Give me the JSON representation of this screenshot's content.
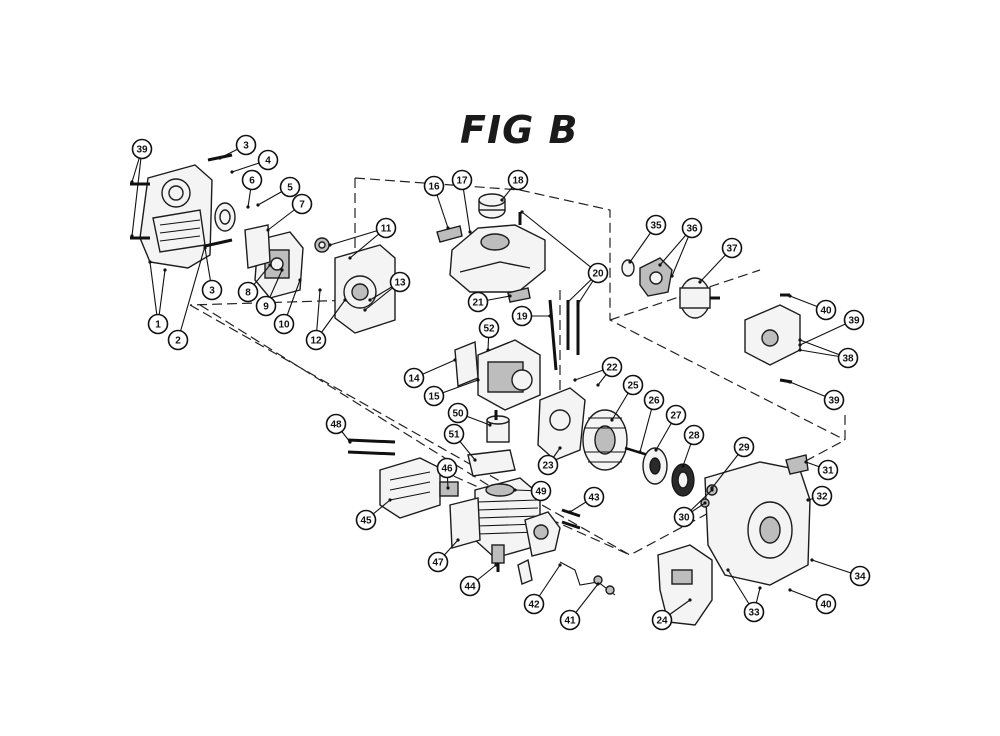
{
  "figure": {
    "title": "FIG B"
  },
  "callouts": [
    {
      "id": "c1",
      "label": "1"
    },
    {
      "id": "c2",
      "label": "2"
    },
    {
      "id": "c3a",
      "label": "3"
    },
    {
      "id": "c3b",
      "label": "3"
    },
    {
      "id": "c4",
      "label": "4"
    },
    {
      "id": "c5",
      "label": "5"
    },
    {
      "id": "c6",
      "label": "6"
    },
    {
      "id": "c7",
      "label": "7"
    },
    {
      "id": "c8",
      "label": "8"
    },
    {
      "id": "c9",
      "label": "9"
    },
    {
      "id": "c10",
      "label": "10"
    },
    {
      "id": "c11",
      "label": "11"
    },
    {
      "id": "c12",
      "label": "12"
    },
    {
      "id": "c13",
      "label": "13"
    },
    {
      "id": "c14",
      "label": "14"
    },
    {
      "id": "c15",
      "label": "15"
    },
    {
      "id": "c16",
      "label": "16"
    },
    {
      "id": "c17",
      "label": "17"
    },
    {
      "id": "c18",
      "label": "18"
    },
    {
      "id": "c19",
      "label": "19"
    },
    {
      "id": "c20",
      "label": "20"
    },
    {
      "id": "c21",
      "label": "21"
    },
    {
      "id": "c22",
      "label": "22"
    },
    {
      "id": "c23",
      "label": "23"
    },
    {
      "id": "c24",
      "label": "24"
    },
    {
      "id": "c25",
      "label": "25"
    },
    {
      "id": "c26",
      "label": "26"
    },
    {
      "id": "c27",
      "label": "27"
    },
    {
      "id": "c28",
      "label": "28"
    },
    {
      "id": "c29",
      "label": "29"
    },
    {
      "id": "c30",
      "label": "30"
    },
    {
      "id": "c31",
      "label": "31"
    },
    {
      "id": "c32",
      "label": "32"
    },
    {
      "id": "c33",
      "label": "33"
    },
    {
      "id": "c34",
      "label": "34"
    },
    {
      "id": "c35",
      "label": "35"
    },
    {
      "id": "c36",
      "label": "36"
    },
    {
      "id": "c37",
      "label": "37"
    },
    {
      "id": "c38",
      "label": "38"
    },
    {
      "id": "c39a",
      "label": "39"
    },
    {
      "id": "c39b",
      "label": "39"
    },
    {
      "id": "c39c",
      "label": "39"
    },
    {
      "id": "c40a",
      "label": "40"
    },
    {
      "id": "c40b",
      "label": "40"
    },
    {
      "id": "c41",
      "label": "41"
    },
    {
      "id": "c42",
      "label": "42"
    },
    {
      "id": "c43",
      "label": "43"
    },
    {
      "id": "c44",
      "label": "44"
    },
    {
      "id": "c45",
      "label": "45"
    },
    {
      "id": "c46",
      "label": "46"
    },
    {
      "id": "c47",
      "label": "47"
    },
    {
      "id": "c48",
      "label": "48"
    },
    {
      "id": "c49",
      "label": "49"
    },
    {
      "id": "c50",
      "label": "50"
    },
    {
      "id": "c51",
      "label": "51"
    },
    {
      "id": "c52",
      "label": "52"
    }
  ]
}
